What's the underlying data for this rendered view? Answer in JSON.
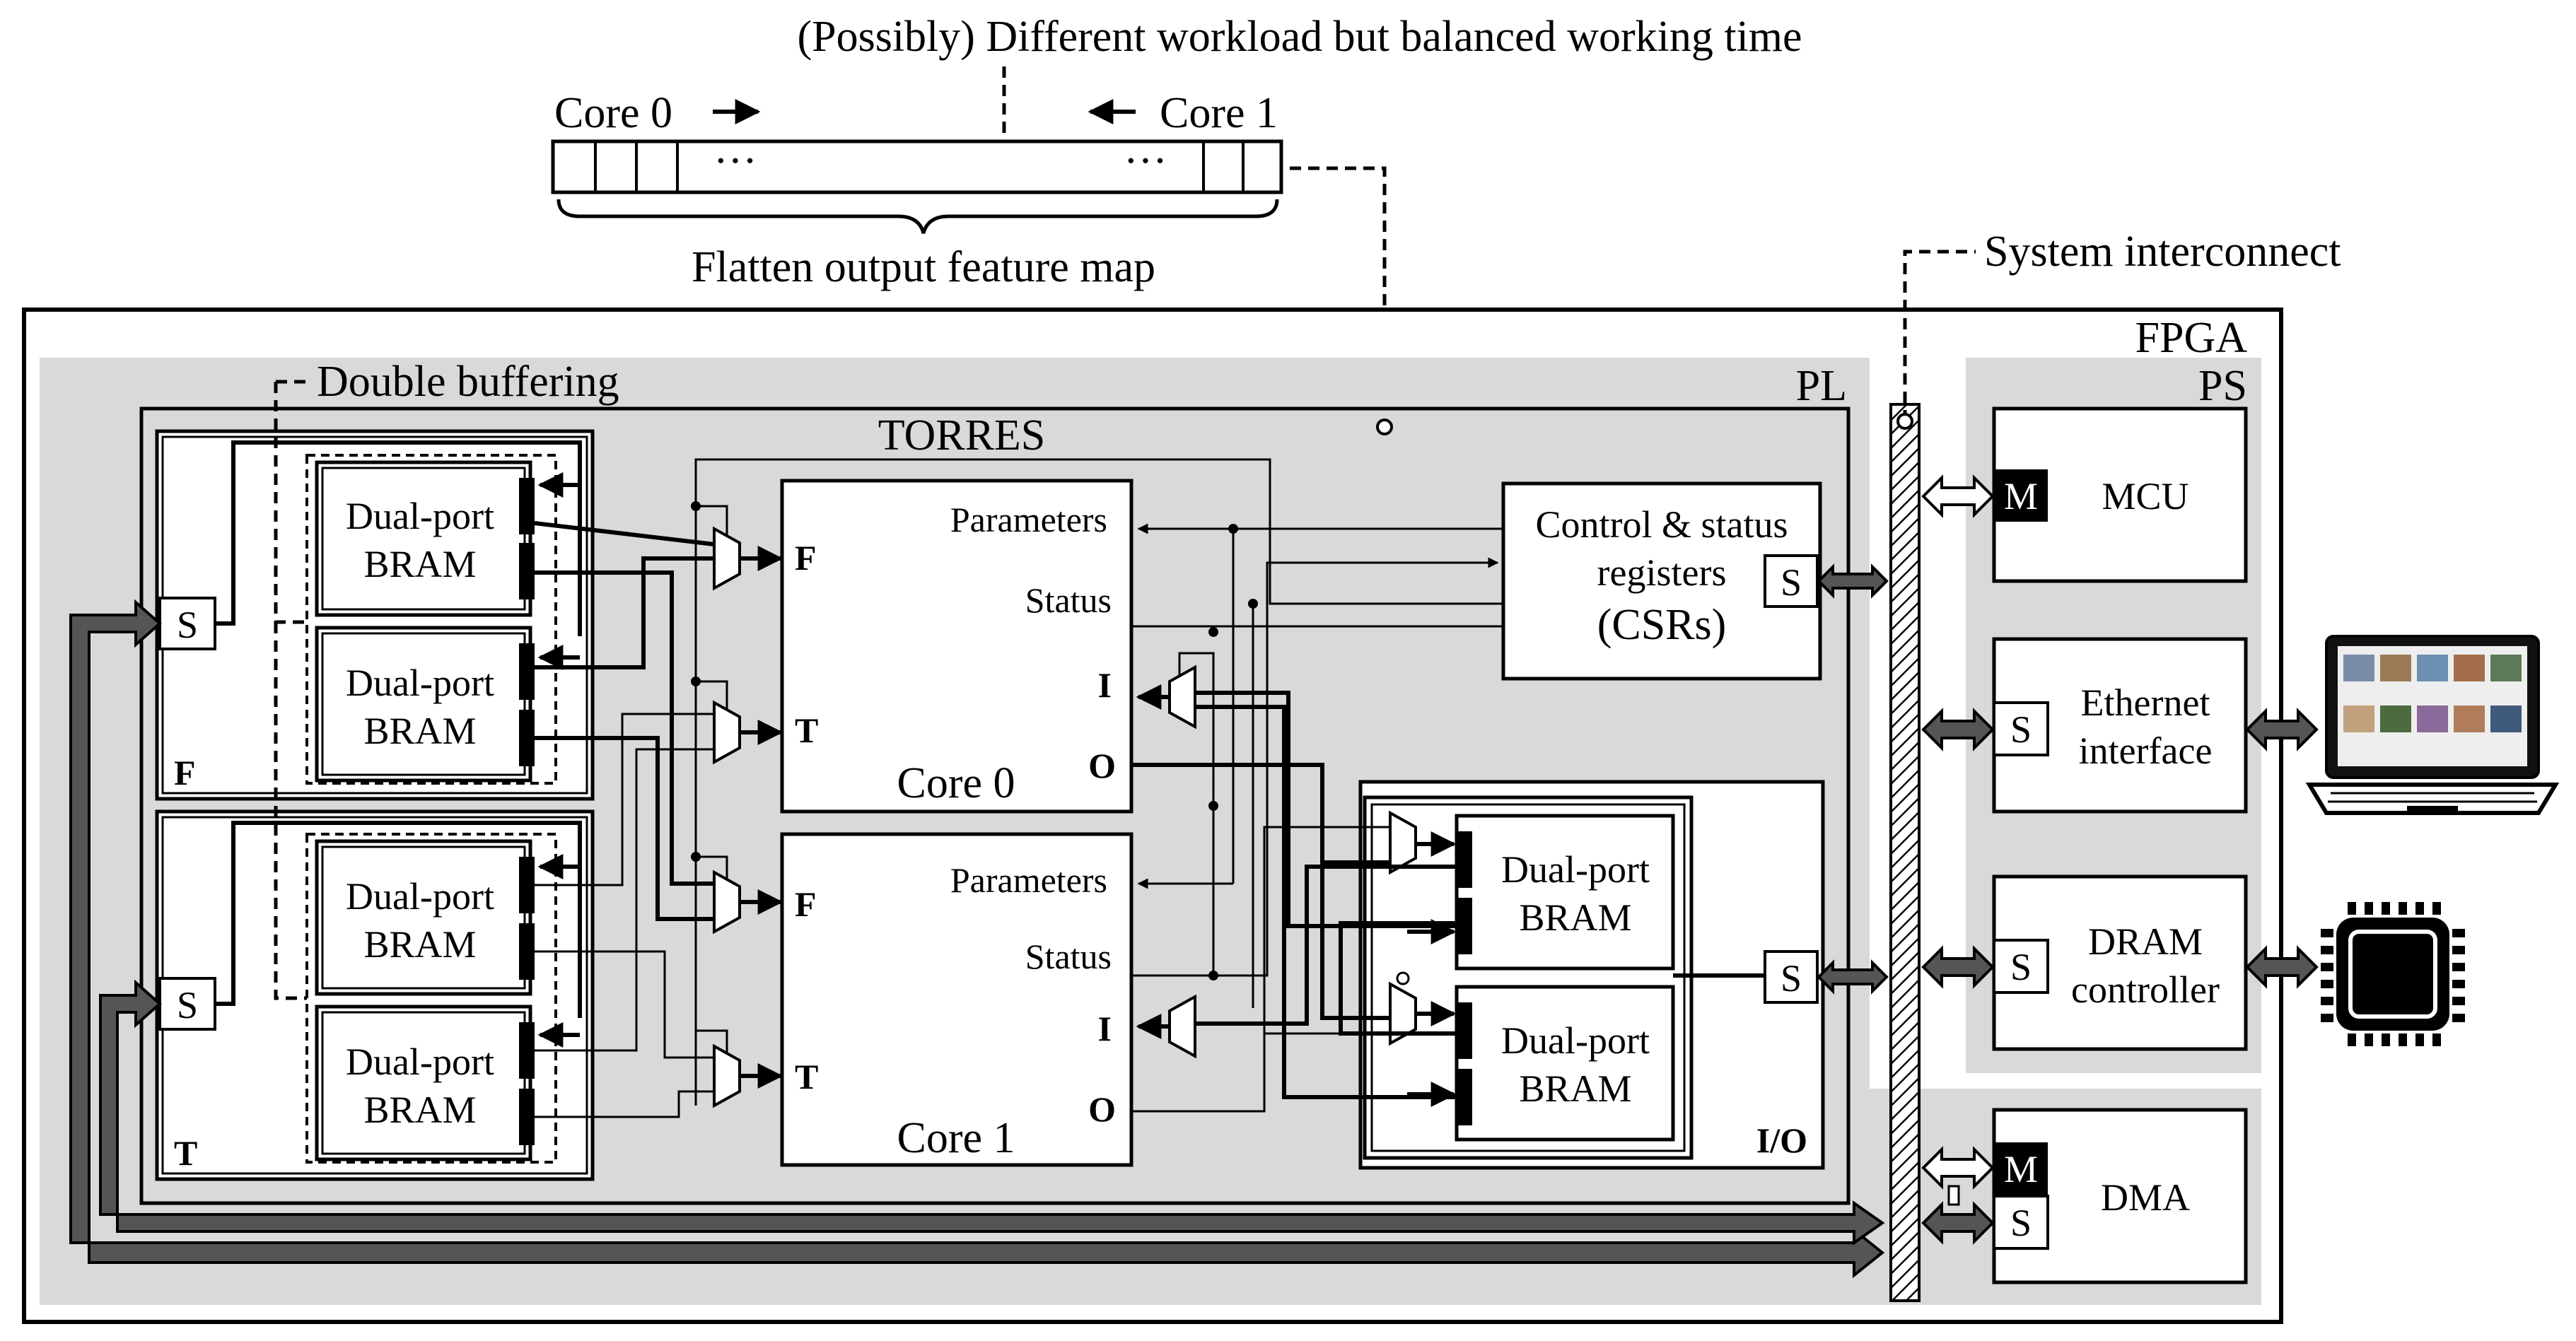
{
  "top": {
    "workload_title": "(Possibly) Different workload but balanced working time",
    "core0_label": "Core 0",
    "core1_label": "Core 1",
    "dots": "···",
    "flatten_label": "Flatten output feature map"
  },
  "labels": {
    "system_interconnect": "System interconnect",
    "fpga": "FPGA",
    "pl": "PL",
    "ps": "PS",
    "torres": "TORRES",
    "double_buffering": "Double buffering"
  },
  "buffers": {
    "f_group": "F",
    "t_group": "T",
    "io_group": "I/O",
    "slave": "S",
    "bram_line1": "Dual-port",
    "bram_line2": "BRAM"
  },
  "cores": {
    "core0_title": "Core 0",
    "core1_title": "Core 1",
    "parameters": "Parameters",
    "status": "Status",
    "port_f": "F",
    "port_t": "T",
    "port_i": "I",
    "port_o": "O"
  },
  "csr": {
    "line1": "Control & status",
    "line2": "registers",
    "line3": "(CSRs)",
    "slave": "S"
  },
  "ps_blocks": {
    "master": "M",
    "slave": "S",
    "mcu": "MCU",
    "eth_line1": "Ethernet",
    "eth_line2": "interface",
    "dram_line1": "DRAM",
    "dram_line2": "controller",
    "dma": "DMA"
  },
  "icons": {
    "laptop": "laptop-icon",
    "chip": "memory-chip-icon",
    "mux": "multiplexer-icon"
  },
  "colors": {
    "region_grey": "#d9d9d9",
    "bus_grey": "#555555",
    "port_black": "#000000"
  }
}
